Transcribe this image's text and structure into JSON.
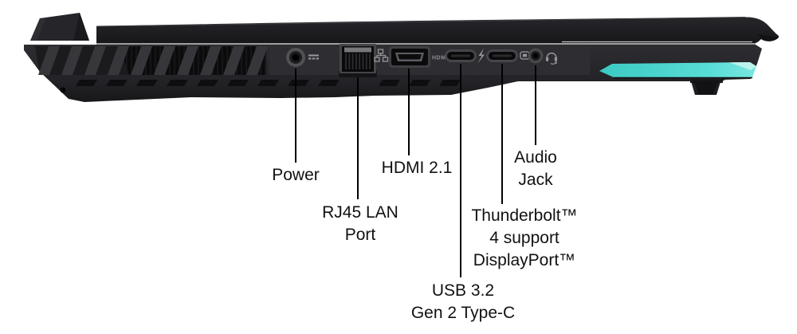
{
  "figure": {
    "kind": "laptop-left-side-port-callout-diagram",
    "background": "#ffffff",
    "colors": {
      "chassis": "#232327",
      "lid": "#1e1e21",
      "vent_dark": "#0b0b0c",
      "light_bar": "#4fd8d2",
      "light_bar_highlight": "#c9f4f0",
      "callout_line": "#000000",
      "label_text": "#111111",
      "port_icon": "#96969a"
    }
  },
  "ports": [
    {
      "id": "power",
      "lines": [
        "Power"
      ]
    },
    {
      "id": "rj45_lan",
      "lines": [
        "RJ45 LAN",
        "Port"
      ]
    },
    {
      "id": "hdmi",
      "lines": [
        "HDMI 2.1"
      ],
      "port_marking": "HDMI"
    },
    {
      "id": "usb_type_c",
      "lines": [
        "USB 3.2",
        "Gen 2 Type-C"
      ]
    },
    {
      "id": "thunderbolt",
      "lines": [
        "Thunderbolt™",
        "4 support",
        "DisplayPort™"
      ]
    },
    {
      "id": "audio_jack",
      "lines": [
        "Audio",
        "Jack"
      ]
    }
  ],
  "icons": [
    "dc-in-icon",
    "ethernet-icon",
    "thunderbolt-icon",
    "displayport-icon",
    "headset-icon"
  ]
}
